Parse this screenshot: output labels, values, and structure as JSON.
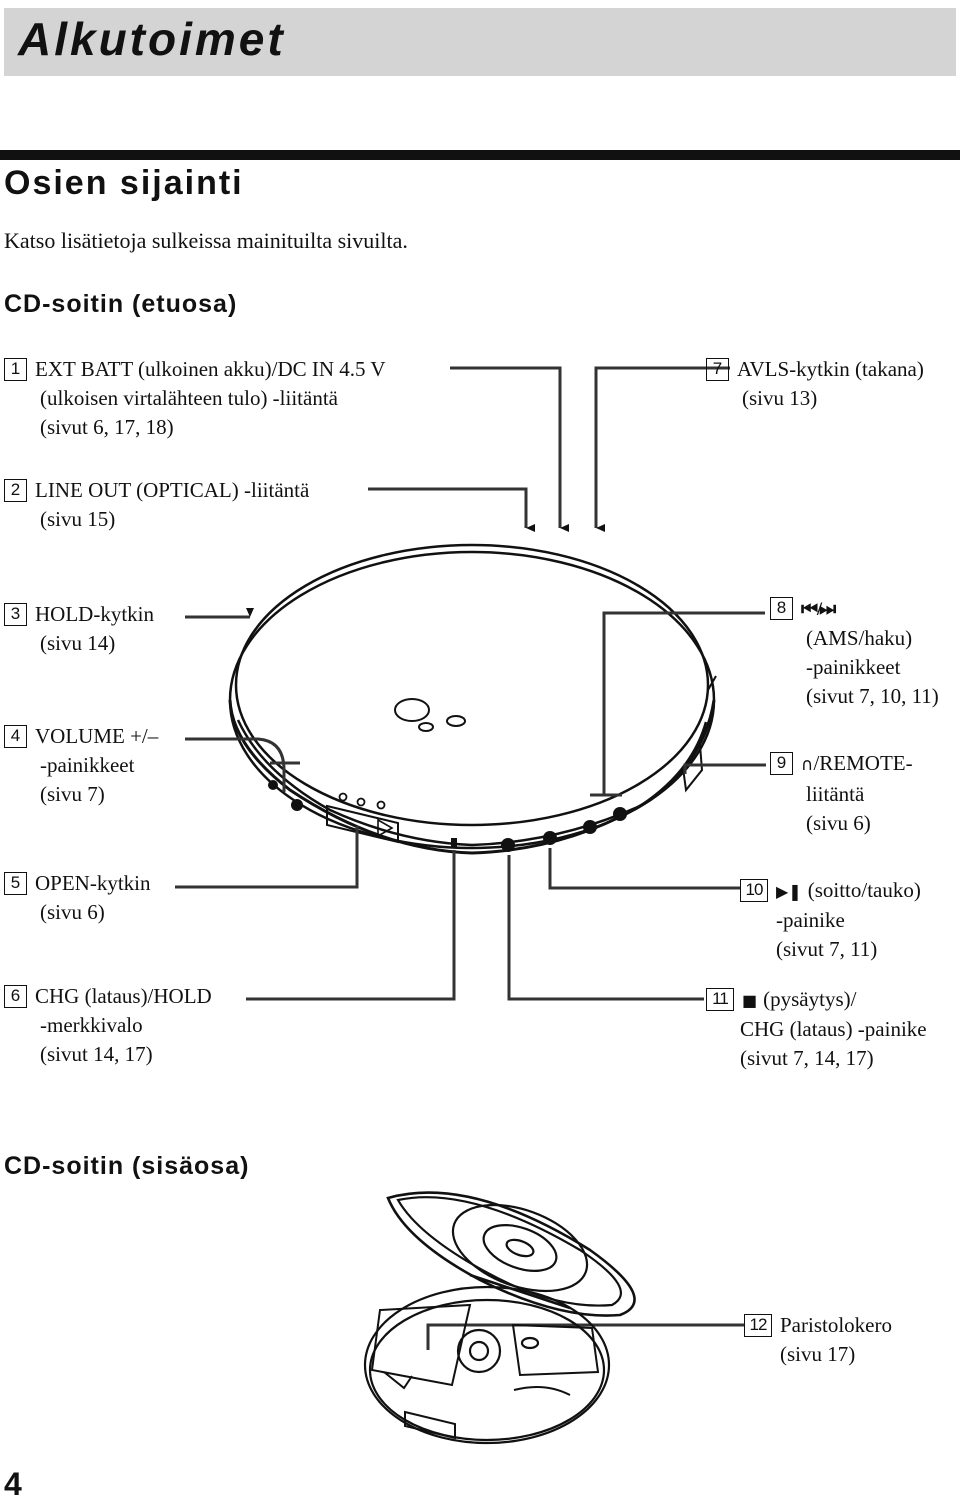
{
  "header": {
    "chapter_title": "Alkutoimet"
  },
  "section": {
    "title": "Osien sijainti",
    "intro": "Katso lisätietoja sulkeissa mainituilta sivuilta."
  },
  "front": {
    "heading": "CD-soitin (etuosa)",
    "callouts": [
      {
        "num": "1",
        "lines": [
          "EXT BATT (ulkoinen akku)/DC IN 4.5 V",
          "(ulkoisen virtalähteen tulo) -liitäntä",
          "(sivut 6, 17, 18)"
        ]
      },
      {
        "num": "2",
        "lines": [
          "LINE OUT (OPTICAL) -liitäntä",
          "(sivu 15)"
        ]
      },
      {
        "num": "3",
        "lines": [
          "HOLD-kytkin",
          "(sivu 14)"
        ]
      },
      {
        "num": "4",
        "lines": [
          "VOLUME +/–",
          "-painikkeet",
          "(sivu 7)"
        ]
      },
      {
        "num": "5",
        "lines": [
          "OPEN-kytkin",
          "(sivu 6)"
        ]
      },
      {
        "num": "6",
        "lines": [
          "CHG (lataus)/HOLD",
          "-merkkivalo",
          "(sivut 14, 17)"
        ]
      },
      {
        "num": "7",
        "lines": [
          "AVLS-kytkin (takana)",
          "(sivu 13)"
        ]
      },
      {
        "num": "8",
        "icon": "prev-next-icons",
        "lines": [
          "(AMS/haku)",
          "-painikkeet",
          "(sivut 7, 10, 11)"
        ]
      },
      {
        "num": "9",
        "icon": "headphones-icon",
        "first": "/REMOTE-",
        "lines": [
          "liitäntä",
          "(sivu 6)"
        ]
      },
      {
        "num": "10",
        "icon": "play-pause-icon",
        "first": "(soitto/tauko)",
        "lines": [
          "-painike",
          "(sivut 7, 11)"
        ]
      },
      {
        "num": "11",
        "icon": "stop-icon",
        "first": "(pysäytys)/",
        "lines": [
          "CHG (lataus) -painike",
          "(sivut 7, 14, 17)"
        ]
      }
    ]
  },
  "inside": {
    "heading": "CD-soitin (sisäosa)",
    "callouts": [
      {
        "num": "12",
        "lines": [
          "Paristolokero",
          "(sivu 17)"
        ]
      }
    ]
  },
  "footer": {
    "page_number": "4"
  }
}
